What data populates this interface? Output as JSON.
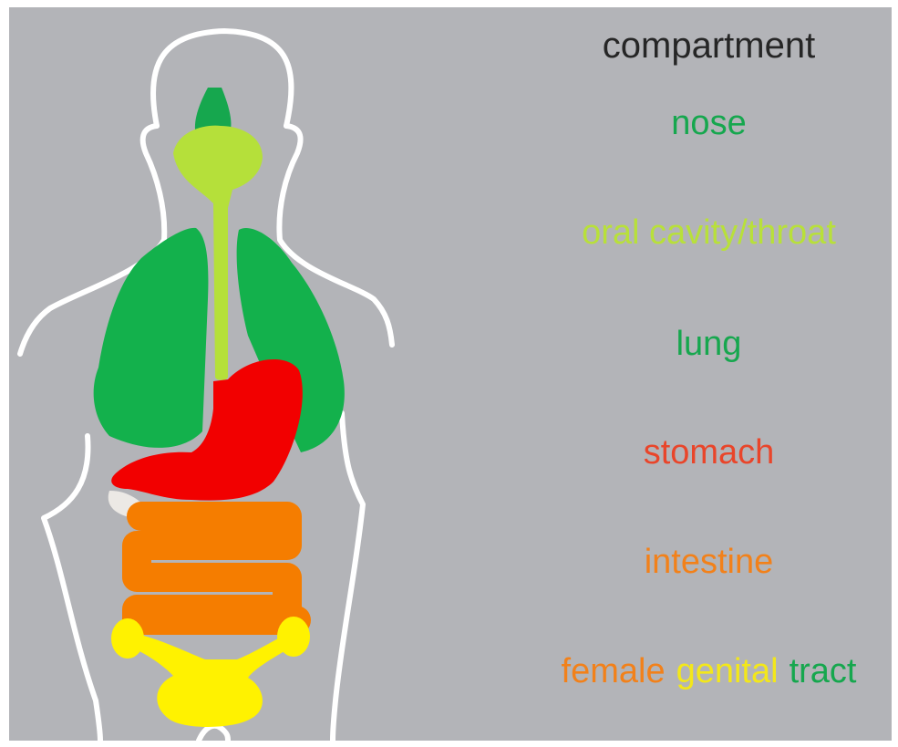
{
  "title": "compartment",
  "compartments": [
    {
      "label": "nose",
      "color": "#16a74e"
    },
    {
      "label": "oral cavity/throat",
      "color": "#b8e03a"
    },
    {
      "label": "lung",
      "color": "#16a74e"
    },
    {
      "label": "stomach",
      "color": "#e9452a"
    },
    {
      "label": "intestine",
      "color": "#f2811a"
    }
  ],
  "female_genital_tract": {
    "words": [
      "female",
      "genital",
      "tract"
    ],
    "colors": [
      "#f2811a",
      "#f3e71a",
      "#16a74e"
    ]
  },
  "organ_colors": {
    "nose": "#16a74e",
    "oral_cavity_throat": "#b5e03a",
    "lung": "#13b14c",
    "stomach": "#f20000",
    "stomach_tip": "#ece9e5",
    "intestine": "#f57d00",
    "uterus": "#fff200",
    "outline": "#ffffff",
    "background": "#b3b4b8"
  }
}
